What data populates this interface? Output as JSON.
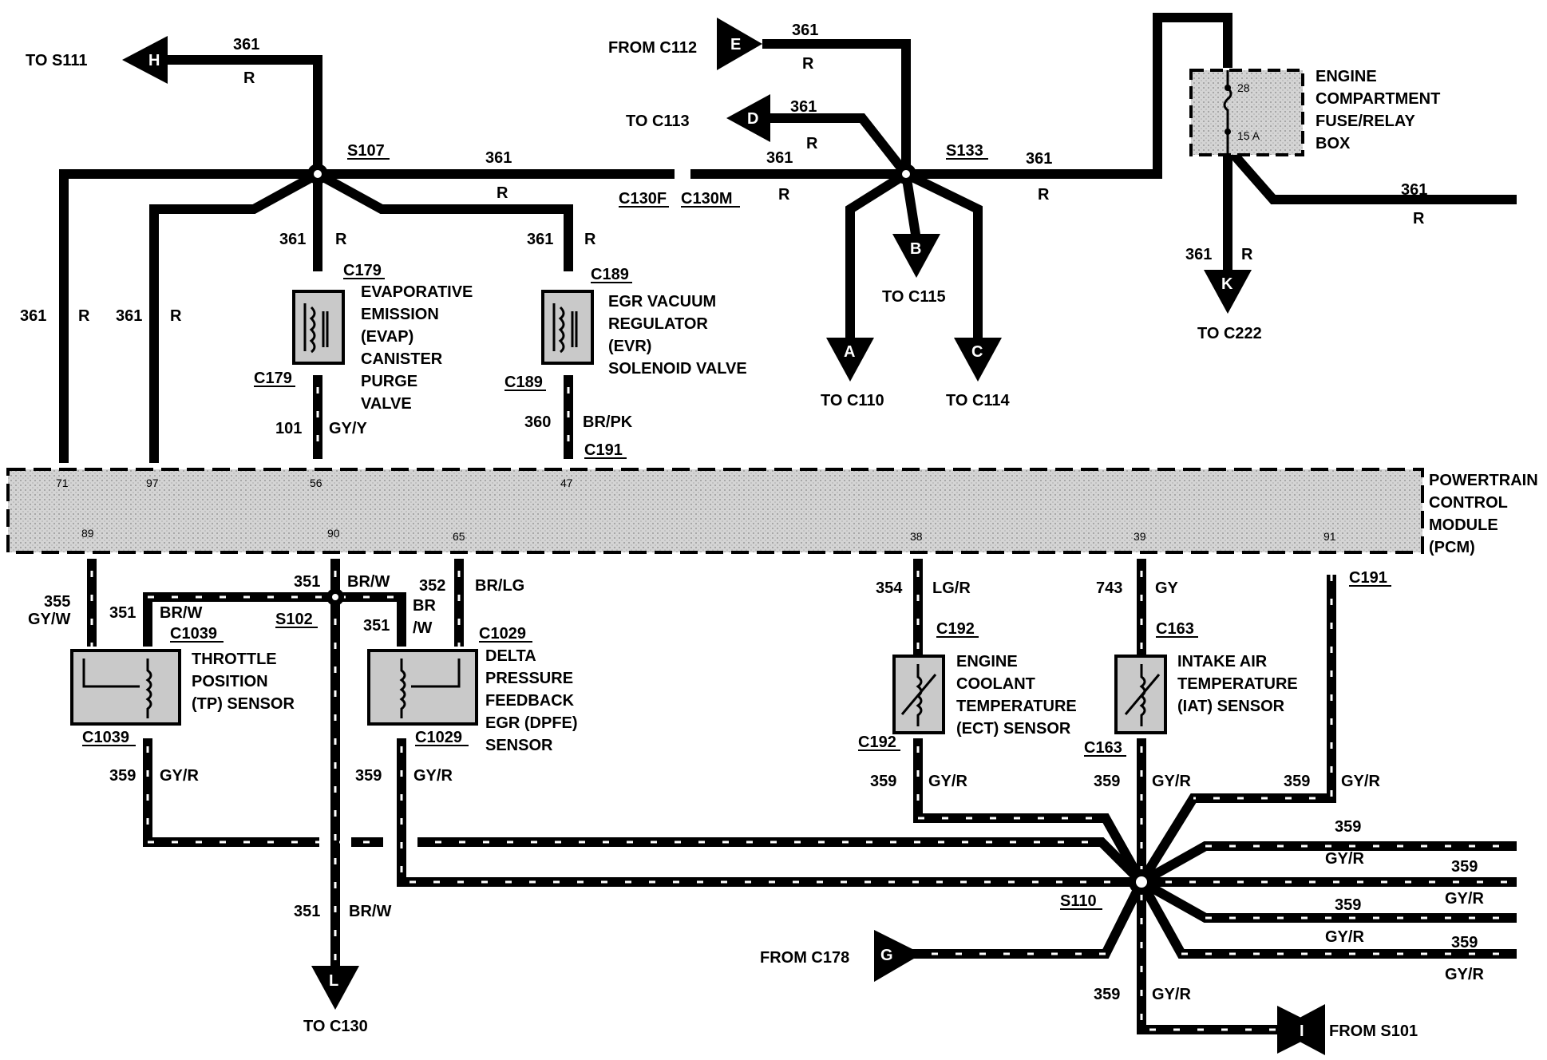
{
  "connectors": [
    {
      "letter": "H",
      "label": "TO S111"
    },
    {
      "letter": "E",
      "label": "FROM C112"
    },
    {
      "letter": "D",
      "label": "TO C113"
    },
    {
      "letter": "B",
      "label": "TO C115"
    },
    {
      "letter": "A",
      "label": "TO C110"
    },
    {
      "letter": "C",
      "label": "TO C114"
    },
    {
      "letter": "K",
      "label": "TO C222"
    },
    {
      "letter": "L",
      "label": "TO C130"
    },
    {
      "letter": "G",
      "label": "FROM C178"
    },
    {
      "letter": "I",
      "label": "FROM S101"
    }
  ],
  "splices": [
    "S107",
    "S133",
    "S102",
    "S110"
  ],
  "inline_connectors": [
    "C130F",
    "C130M",
    "C191",
    "C191"
  ],
  "wire_labels": [
    {
      "circuit": "361",
      "color": "R"
    },
    {
      "circuit": "361",
      "color": "R"
    },
    {
      "circuit": "361",
      "color": "R"
    },
    {
      "circuit": "361",
      "color": "R"
    },
    {
      "circuit": "361",
      "color": "R"
    },
    {
      "circuit": "361",
      "color": "R"
    },
    {
      "circuit": "361",
      "color": "R"
    },
    {
      "circuit": "361",
      "color": "R"
    },
    {
      "circuit": "361",
      "color": "R"
    },
    {
      "circuit": "361",
      "color": "R"
    },
    {
      "circuit": "361",
      "color": "R"
    },
    {
      "circuit": "361",
      "color": "R"
    },
    {
      "circuit": "101",
      "color": "GY/Y"
    },
    {
      "circuit": "360",
      "color": "BR/PK"
    },
    {
      "circuit": "355",
      "color": "GY/W"
    },
    {
      "circuit": "351",
      "color": "BR/W"
    },
    {
      "circuit": "351",
      "color": "BR/W"
    },
    {
      "circuit": "352",
      "color": "BR/LG"
    },
    {
      "circuit": "351",
      "color": "BR\n/W"
    },
    {
      "circuit": "354",
      "color": "LG/R"
    },
    {
      "circuit": "743",
      "color": "GY"
    },
    {
      "circuit": "359",
      "color": "GY/R"
    },
    {
      "circuit": "359",
      "color": "GY/R"
    },
    {
      "circuit": "359",
      "color": "GY/R"
    },
    {
      "circuit": "359",
      "color": "GY/R"
    },
    {
      "circuit": "359",
      "color": "GY/R"
    },
    {
      "circuit": "359",
      "color": "GY/R"
    },
    {
      "circuit": "359",
      "color": "GY/R"
    },
    {
      "circuit": "359",
      "color": "GY/R"
    },
    {
      "circuit": "359",
      "color": "GY/R"
    },
    {
      "circuit": "359",
      "color": "GY/R"
    },
    {
      "circuit": "351",
      "color": "BR/W"
    }
  ],
  "components": [
    {
      "name": [
        "EVAPORATIVE",
        "EMISSION",
        "(EVAP)",
        "CANISTER",
        "PURGE",
        "VALVE"
      ],
      "conn_top": "C179",
      "conn_bottom": "C179"
    },
    {
      "name": [
        "EGR VACUUM",
        "REGULATOR",
        "(EVR)",
        "SOLENOID VALVE"
      ],
      "conn_top": "C189",
      "conn_bottom": "C189"
    },
    {
      "name": [
        "ENGINE",
        "COMPARTMENT",
        "FUSE/RELAY",
        "BOX"
      ],
      "fuse_num": "28",
      "fuse_amp": "15 A"
    },
    {
      "name": [
        "THROTTLE",
        "POSITION",
        "(TP) SENSOR"
      ],
      "conn_top": "C1039",
      "conn_bottom": "C1039"
    },
    {
      "name": [
        "DELTA",
        "PRESSURE",
        "FEEDBACK",
        "EGR (DPFE)",
        "SENSOR"
      ],
      "conn_top": "C1029",
      "conn_bottom": "C1029"
    },
    {
      "name": [
        "ENGINE",
        "COOLANT",
        "TEMPERATURE",
        "(ECT) SENSOR"
      ],
      "conn_top": "C192",
      "conn_bottom": "C192"
    },
    {
      "name": [
        "INTAKE AIR",
        "TEMPERATURE",
        "(IAT) SENSOR"
      ],
      "conn_top": "C163",
      "conn_bottom": "C163"
    }
  ],
  "pcm": {
    "name": [
      "POWERTRAIN",
      "CONTROL",
      "MODULE",
      "(PCM)"
    ],
    "pins_top": [
      "71",
      "97",
      "56",
      "47"
    ],
    "pins_bottom": [
      "89",
      "90",
      "65",
      "38",
      "39",
      "91"
    ]
  }
}
